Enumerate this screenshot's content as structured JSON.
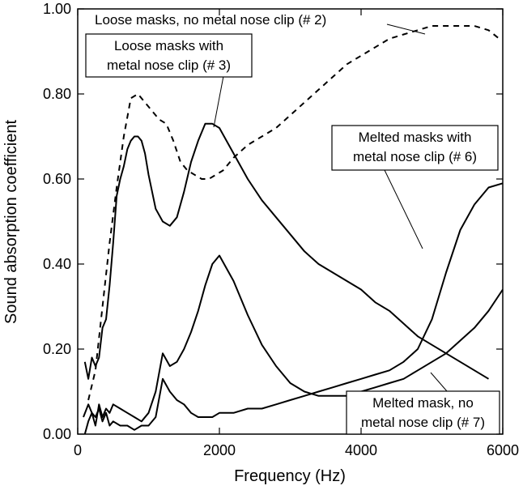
{
  "chart_data": {
    "type": "line",
    "xlabel": "Frequency (Hz)",
    "ylabel": "Sound absorption coefficient",
    "xlim": [
      0,
      6000
    ],
    "ylim": [
      0,
      1.0
    ],
    "x_ticks": [
      0,
      2000,
      4000,
      6000
    ],
    "x_tick_labels": [
      "0",
      "2000",
      "4000",
      "6000"
    ],
    "y_ticks": [
      0,
      0.2,
      0.4,
      0.6,
      0.8,
      1.0
    ],
    "y_tick_labels": [
      "0.00",
      "0.20",
      "0.40",
      "0.60",
      "0.80",
      "1.00"
    ],
    "grid": false,
    "series": [
      {
        "name": "Loose masks, no metal nose clip (# 2)",
        "style": "dashed",
        "x": [
          150,
          250,
          350,
          450,
          550,
          650,
          750,
          850,
          950,
          1050,
          1150,
          1250,
          1350,
          1450,
          1550,
          1650,
          1750,
          1850,
          1950,
          2050,
          2200,
          2400,
          2600,
          2800,
          3000,
          3200,
          3400,
          3600,
          3800,
          4000,
          4200,
          4400,
          4600,
          4800,
          5000,
          5200,
          5400,
          5600,
          5800,
          5950
        ],
        "values": [
          0.08,
          0.15,
          0.3,
          0.45,
          0.58,
          0.7,
          0.79,
          0.8,
          0.78,
          0.76,
          0.74,
          0.73,
          0.69,
          0.64,
          0.62,
          0.61,
          0.6,
          0.6,
          0.61,
          0.62,
          0.65,
          0.68,
          0.7,
          0.72,
          0.75,
          0.78,
          0.81,
          0.84,
          0.87,
          0.89,
          0.91,
          0.93,
          0.94,
          0.95,
          0.96,
          0.96,
          0.96,
          0.96,
          0.95,
          0.93
        ]
      },
      {
        "name": "Loose masks with metal nose clip (# 3)",
        "style": "solid",
        "x": [
          100,
          150,
          200,
          250,
          300,
          350,
          400,
          450,
          500,
          550,
          600,
          650,
          700,
          750,
          800,
          850,
          900,
          950,
          1000,
          1100,
          1200,
          1300,
          1400,
          1500,
          1600,
          1700,
          1800,
          1900,
          2000,
          2200,
          2400,
          2600,
          2800,
          3000,
          3200,
          3400,
          3600,
          3800,
          4000,
          4200,
          4400,
          4600,
          4800,
          5000,
          5200,
          5400,
          5600,
          5800
        ],
        "values": [
          0.17,
          0.13,
          0.18,
          0.16,
          0.18,
          0.25,
          0.27,
          0.35,
          0.45,
          0.56,
          0.6,
          0.63,
          0.67,
          0.69,
          0.7,
          0.7,
          0.69,
          0.66,
          0.61,
          0.53,
          0.5,
          0.49,
          0.51,
          0.57,
          0.64,
          0.69,
          0.73,
          0.73,
          0.72,
          0.66,
          0.6,
          0.55,
          0.51,
          0.47,
          0.43,
          0.4,
          0.38,
          0.36,
          0.34,
          0.31,
          0.29,
          0.26,
          0.23,
          0.21,
          0.19,
          0.17,
          0.15,
          0.13
        ]
      },
      {
        "name": "Melted masks with metal nose clip (# 6)",
        "style": "solid",
        "x": [
          80,
          150,
          200,
          250,
          300,
          350,
          400,
          450,
          500,
          600,
          700,
          800,
          900,
          1000,
          1100,
          1200,
          1300,
          1400,
          1500,
          1600,
          1700,
          1800,
          1900,
          2000,
          2200,
          2400,
          2600,
          2800,
          3000,
          3200,
          3400,
          3600,
          3800,
          4000,
          4200,
          4400,
          4600,
          4800,
          5000,
          5200,
          5400,
          5600,
          5800,
          6000
        ],
        "values": [
          0.04,
          0.07,
          0.05,
          0.04,
          0.06,
          0.03,
          0.05,
          0.02,
          0.03,
          0.02,
          0.02,
          0.01,
          0.02,
          0.02,
          0.04,
          0.13,
          0.1,
          0.08,
          0.07,
          0.05,
          0.04,
          0.04,
          0.04,
          0.05,
          0.05,
          0.06,
          0.06,
          0.07,
          0.08,
          0.09,
          0.1,
          0.11,
          0.12,
          0.13,
          0.14,
          0.15,
          0.17,
          0.2,
          0.27,
          0.38,
          0.48,
          0.54,
          0.58,
          0.59
        ]
      },
      {
        "name": "Melted mask, no metal nose clip (# 7)",
        "style": "solid",
        "x": [
          100,
          150,
          200,
          250,
          300,
          350,
          400,
          450,
          500,
          600,
          700,
          800,
          900,
          1000,
          1100,
          1200,
          1300,
          1400,
          1500,
          1600,
          1700,
          1800,
          1900,
          2000,
          2200,
          2400,
          2600,
          2800,
          3000,
          3200,
          3400,
          3600,
          3800,
          4000,
          4200,
          4400,
          4600,
          4800,
          5000,
          5200,
          5400,
          5600,
          5800,
          6000
        ],
        "values": [
          0.0,
          0.03,
          0.05,
          0.02,
          0.07,
          0.04,
          0.06,
          0.05,
          0.07,
          0.06,
          0.05,
          0.04,
          0.03,
          0.05,
          0.1,
          0.19,
          0.16,
          0.17,
          0.2,
          0.24,
          0.29,
          0.35,
          0.4,
          0.42,
          0.36,
          0.28,
          0.21,
          0.16,
          0.12,
          0.1,
          0.09,
          0.09,
          0.09,
          0.1,
          0.11,
          0.12,
          0.13,
          0.15,
          0.17,
          0.19,
          0.22,
          0.25,
          0.29,
          0.34
        ]
      }
    ],
    "annotations": [
      {
        "lines": [
          "Loose masks, no metal nose clip (# 2)"
        ],
        "boxed": false
      },
      {
        "lines": [
          "Loose masks with",
          "metal nose clip (# 3)"
        ],
        "boxed": true
      },
      {
        "lines": [
          "Melted masks with",
          "metal nose clip (# 6)"
        ],
        "boxed": true
      },
      {
        "lines": [
          "Melted mask, no",
          "metal nose clip (# 7)"
        ],
        "boxed": true
      }
    ]
  }
}
